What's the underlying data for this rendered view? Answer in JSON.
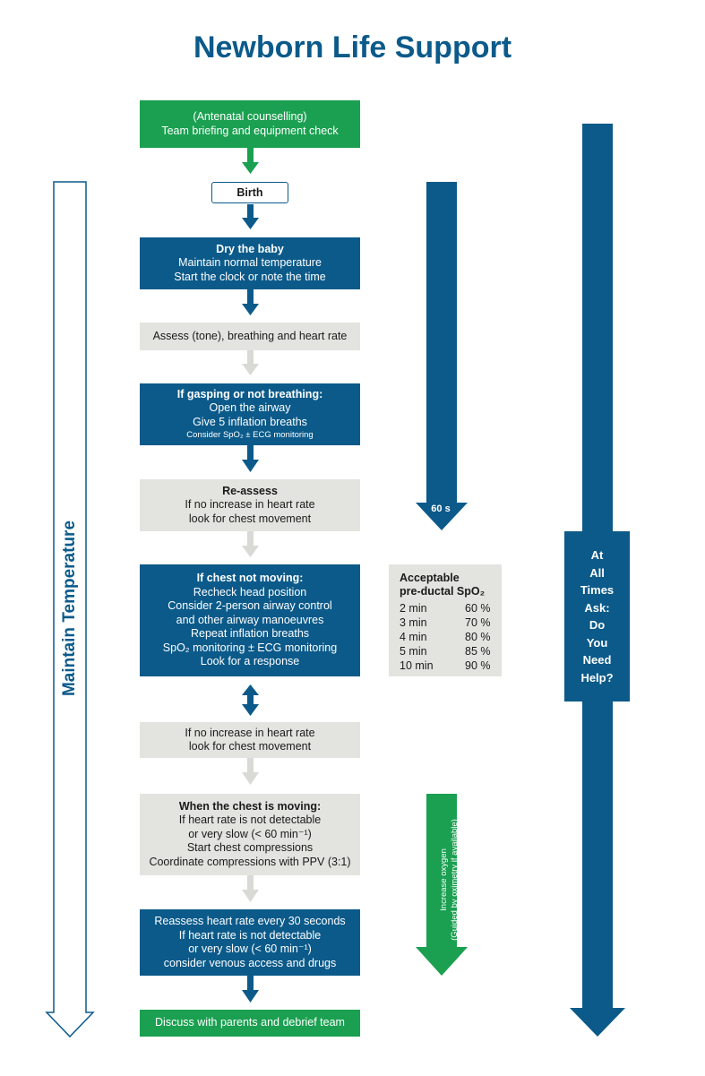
{
  "title": "Newborn Life Support",
  "steps": {
    "counselling": {
      "line1": "(Antenatal counselling)",
      "line2": "Team briefing and equipment check"
    },
    "birth": "Birth",
    "dry": {
      "heading": "Dry the baby",
      "line1": "Maintain normal temperature",
      "line2": "Start the clock or note the time"
    },
    "assess": "Assess (tone), breathing and heart rate",
    "gasping": {
      "heading": "If gasping or not breathing:",
      "line1": "Open the airway",
      "line2": "Give 5 inflation breaths",
      "line3": "Consider SpO₂ ± ECG monitoring"
    },
    "reassess": {
      "heading": "Re-assess",
      "line1": "If no increase in heart rate",
      "line2": "look for chest movement"
    },
    "chest_not_moving": {
      "heading": "If chest not moving:",
      "line1": "Recheck head position",
      "line2": "Consider 2-person airway control",
      "line3": "and other airway manoeuvres",
      "line4": "Repeat inflation breaths",
      "line5": "SpO₂ monitoring ± ECG monitoring",
      "line6": "Look for a response"
    },
    "no_increase": {
      "line1": "If no increase in heart rate",
      "line2": "look for chest movement"
    },
    "chest_moving": {
      "heading": "When the chest is moving:",
      "line1": "If heart rate is not detectable",
      "line2": "or very slow (< 60 min⁻¹)",
      "line3": "Start chest compressions",
      "line4": "Coordinate compressions with PPV (3:1)"
    },
    "reassess30": {
      "line1": "Reassess heart rate every 30 seconds",
      "line2": "If heart rate is not detectable",
      "line3": "or very slow (< 60 min⁻¹)",
      "line4": "consider venous access and drugs"
    },
    "debrief": "Discuss with parents and debrief team"
  },
  "spo2": {
    "heading1": "Acceptable",
    "heading2": "pre-ductal SpO₂",
    "rows": [
      {
        "time": "2 min",
        "value": "60 %"
      },
      {
        "time": "3 min",
        "value": "70 %"
      },
      {
        "time": "4 min",
        "value": "80 %"
      },
      {
        "time": "5 min",
        "value": "85 %"
      },
      {
        "time": "10 min",
        "value": "90 %"
      }
    ]
  },
  "side": {
    "maintain_temperature": "Maintain Temperature",
    "sixty_s": "60 s",
    "ask_words": [
      "At",
      "All",
      "Times",
      "Ask:",
      "Do",
      "You",
      "Need",
      "Help?"
    ],
    "oxygen_line1": "Increase oxygen",
    "oxygen_line2": "(Guided by oximetry if available)"
  },
  "colors": {
    "blue": "#0b5a8a",
    "green": "#1aa050",
    "grey": "#e3e3df",
    "light_arrow": "#d9d9d6"
  }
}
